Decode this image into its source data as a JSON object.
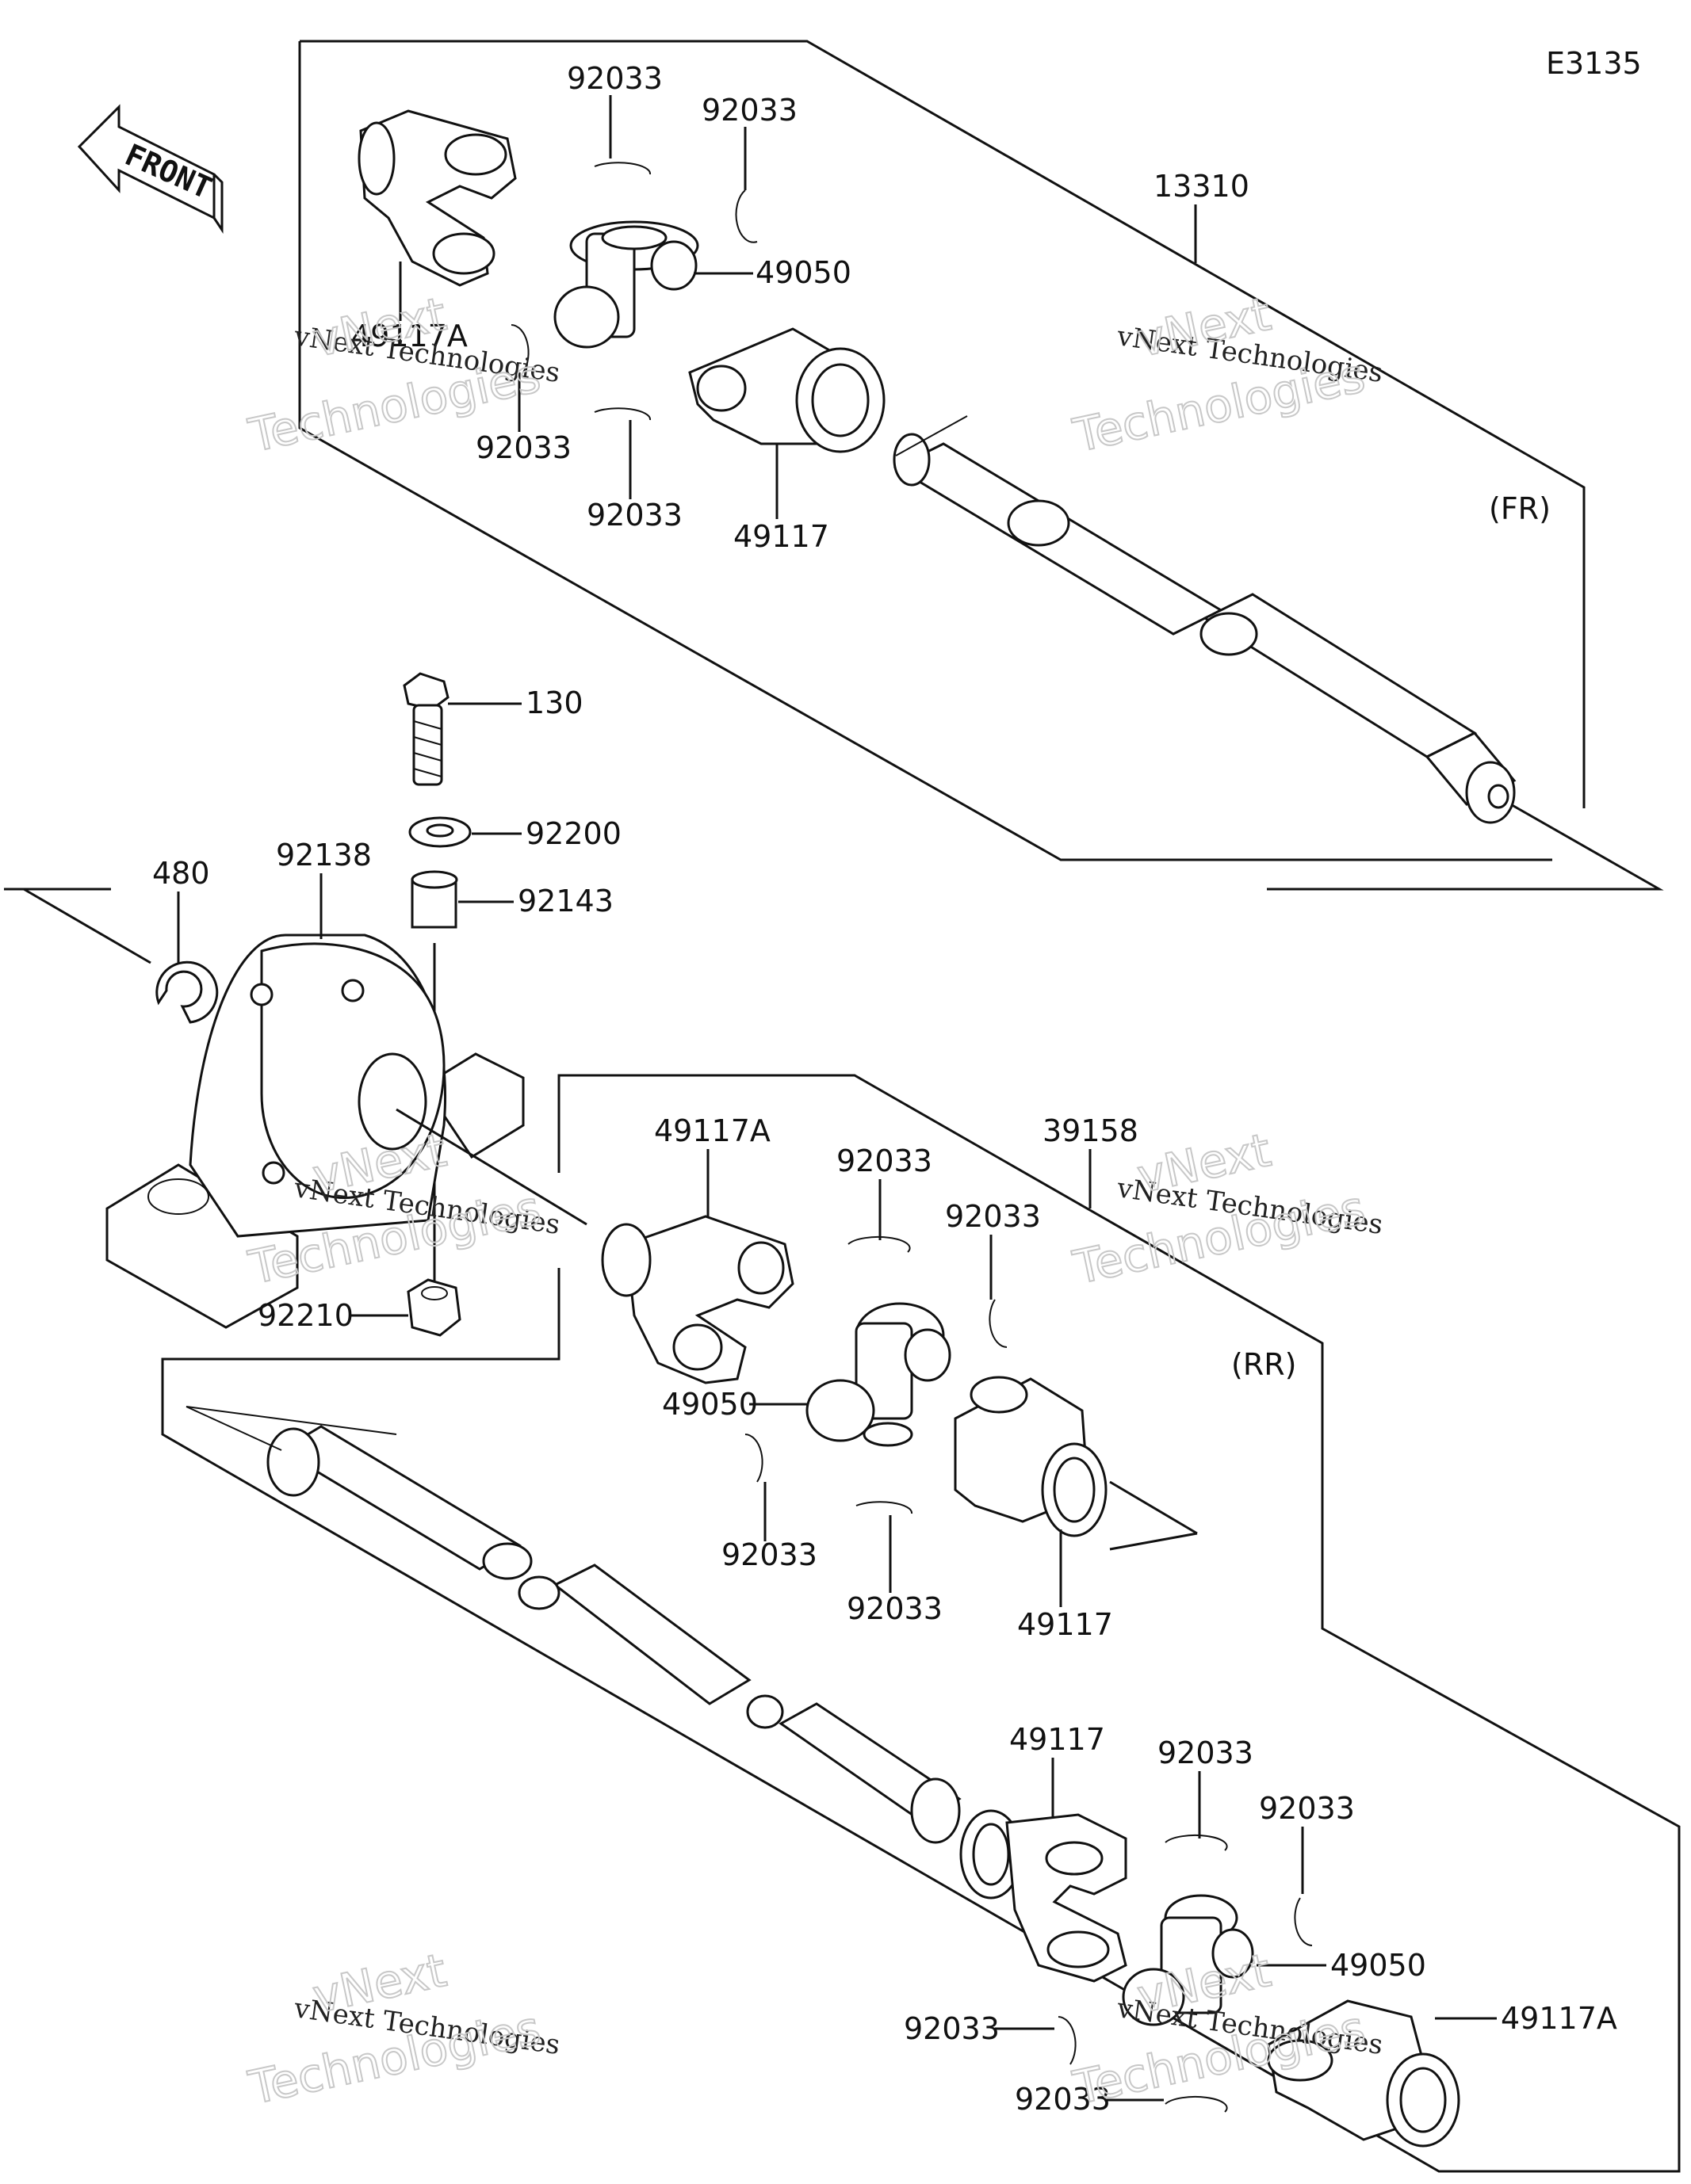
{
  "diagram_code": "E3135",
  "front_label": "FRONT",
  "sections": {
    "front": {
      "label": "(FR)",
      "assembly_number": "13310"
    },
    "rear": {
      "label": "(RR)",
      "assembly_number": "39158"
    }
  },
  "callouts": {
    "fr_92033_a": "92033",
    "fr_92033_b": "92033",
    "fr_49050": "49050",
    "fr_49117A": "49117A",
    "fr_92033_c": "92033",
    "fr_92033_d": "92033",
    "fr_49117": "49117",
    "mid_130": "130",
    "mid_92200": "92200",
    "mid_92143": "92143",
    "mid_92138": "92138",
    "mid_480": "480",
    "mid_92210": "92210",
    "rr_49117A": "49117A",
    "rr_92033_a": "92033",
    "rr_92033_b": "92033",
    "rr_49050": "49050",
    "rr_92033_c": "92033",
    "rr_92033_d": "92033",
    "rr_49117": "49117",
    "rr2_49117": "49117",
    "rr2_92033_a": "92033",
    "rr2_92033_b": "92033",
    "rr2_49050": "49050",
    "rr2_92033_c": "92033",
    "rr2_49117A": "49117A",
    "rr2_92033_d": "92033"
  },
  "watermark": {
    "line1": "vNext Technologies",
    "line2a": "vNext",
    "line2b": "Technologies"
  }
}
